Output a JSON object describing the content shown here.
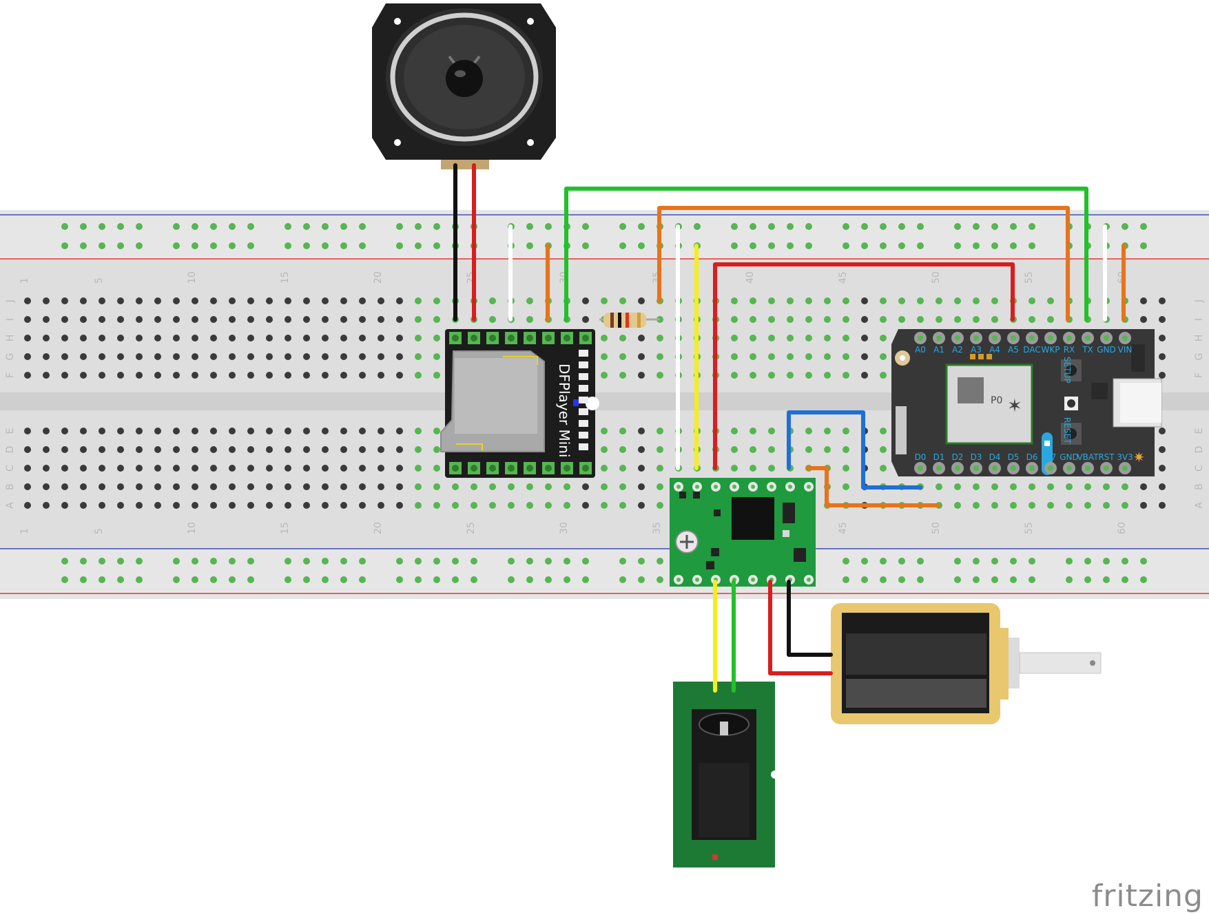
{
  "breadboard": {
    "columns": 62,
    "col_labels_top": [
      "1",
      "5",
      "10",
      "15",
      "20",
      "25",
      "30",
      "35",
      "40",
      "45",
      "50",
      "55",
      "60"
    ],
    "col_labels_bottom": [
      "1",
      "5",
      "10",
      "15",
      "20",
      "25",
      "30",
      "35",
      "40",
      "45",
      "50",
      "55",
      "60"
    ],
    "row_labels_upper": [
      "J",
      "I",
      "H",
      "G",
      "F"
    ],
    "row_labels_lower": [
      "E",
      "D",
      "C",
      "B",
      "A"
    ],
    "rail_colors": {
      "positive": "#e53935",
      "negative": "#3f51b5"
    }
  },
  "components": {
    "mp3_module": {
      "label": "DFPlayer Mini"
    },
    "microcontroller": {
      "top_pins": [
        "A0",
        "A1",
        "A2",
        "A3",
        "A4",
        "A5",
        "DAC",
        "WKP",
        "RX",
        "TX",
        "GND",
        "VIN"
      ],
      "bottom_pins": [
        "D0",
        "D1",
        "D2",
        "D3",
        "D4",
        "D5",
        "D6",
        "D7",
        "GND",
        "VBAT",
        "RST",
        "3V3"
      ],
      "button_setup": "SETUP",
      "button_reset": "RESET",
      "chip_text": "P0"
    },
    "speaker": {
      "icon": "speaker-icon"
    },
    "resistor": {
      "icon": "resistor-icon"
    },
    "motor_driver": {
      "icon": "motor-driver-icon"
    },
    "solenoid": {
      "icon": "solenoid-icon"
    },
    "dc_jack": {
      "icon": "dc-jack-icon"
    }
  },
  "wire_colors": {
    "black": "#111111",
    "red": "#d81e1e",
    "white": "#f2f2f2",
    "orange": "#e8731a",
    "green": "#22c02a",
    "yellow": "#f4ee1b",
    "blue": "#1f6fd6"
  },
  "brand": {
    "logo": "fritzing"
  }
}
